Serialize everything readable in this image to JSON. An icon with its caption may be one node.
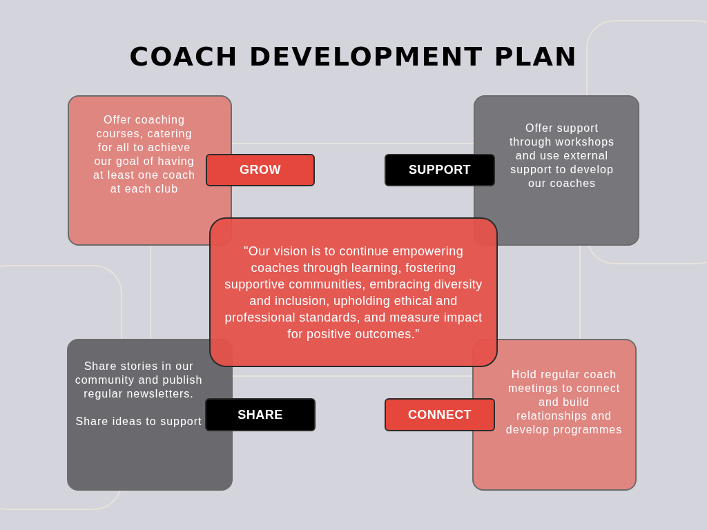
{
  "diagram": {
    "title": "COACH DEVELOPMENT PLAN",
    "nodes": [
      {
        "text": [
          "Offer coaching courses, catering for all to achieve our goal of having at least one coach at each club"
        ]
      },
      {
        "text": [
          "GROW"
        ]
      },
      {
        "text": [
          "Offer support through workshops and use external support to develop our coaches"
        ]
      },
      {
        "text": [
          "SUPPORT"
        ]
      },
      {
        "text": [
          "\"Our vision is to continue empowering coaches through learning, fostering supportive communities, embracing diversity and inclusion, upholding ethical and professional standards, and measure impact for positive outcomes.”"
        ]
      },
      {
        "text": [
          "Share stories in our community and publish regular newsletters.",
          "Share ideas to support"
        ]
      },
      {
        "text": [
          "SHARE"
        ]
      },
      {
        "text": [
          "Hold regular coach meetings to connect and build relationships and develop programmes"
        ]
      },
      {
        "text": [
          "CONNECT"
        ]
      }
    ]
  }
}
